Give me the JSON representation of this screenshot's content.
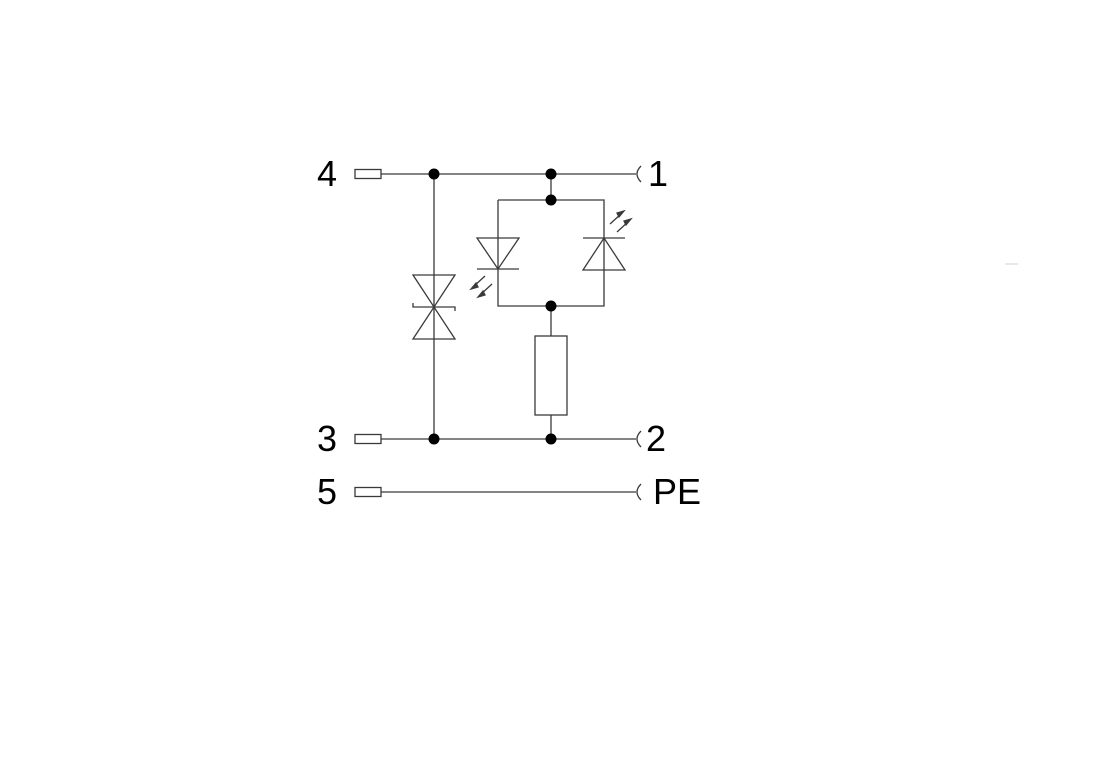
{
  "diagram": {
    "type": "circuit-schematic",
    "pins_left": [
      {
        "id": "pin-4",
        "label": "4"
      },
      {
        "id": "pin-3",
        "label": "3"
      },
      {
        "id": "pin-5",
        "label": "5"
      }
    ],
    "pins_right": [
      {
        "id": "pin-1",
        "label": "1"
      },
      {
        "id": "pin-2",
        "label": "2"
      },
      {
        "id": "pin-pe",
        "label": "PE"
      }
    ],
    "components": [
      {
        "id": "tvs-diode",
        "kind": "bidirectional suppressor diode",
        "between": [
          "4",
          "3"
        ]
      },
      {
        "id": "led-left",
        "kind": "LED (emitting)",
        "orientation": "down"
      },
      {
        "id": "led-right",
        "kind": "LED (emitting)",
        "orientation": "up"
      },
      {
        "id": "resistor",
        "kind": "resistor",
        "between": [
          "LED bridge",
          "2"
        ]
      }
    ],
    "colors": {
      "line": "#3a3a3a",
      "node": "#000000",
      "background": "#ffffff"
    }
  }
}
